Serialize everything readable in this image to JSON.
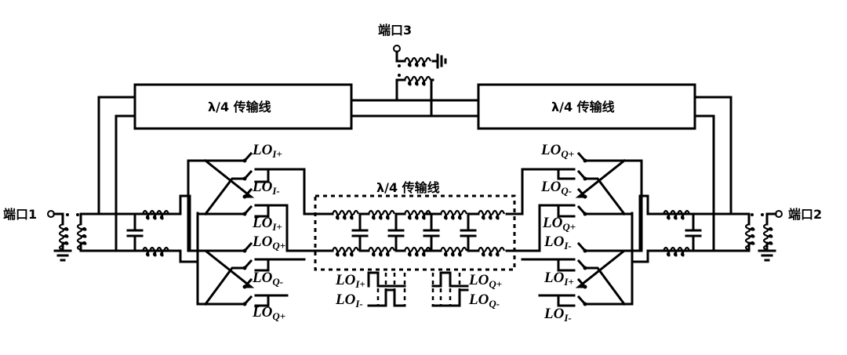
{
  "ports": {
    "port1": "端口1",
    "port2": "端口2",
    "port3": "端口3"
  },
  "transmission_lines": {
    "top_left": "λ/4 传输线",
    "top_right": "λ/4 传输线",
    "middle": "λ/4 传输线"
  },
  "left_switch_bank": {
    "upper": [
      "LO",
      "LO",
      "LO"
    ],
    "upper_subs": [
      "I+",
      "I-",
      "I+"
    ],
    "lower_subs": [
      "Q+",
      "Q-",
      "Q+"
    ]
  },
  "right_switch_bank": {
    "upper_subs": [
      "Q+",
      "Q-",
      "Q+"
    ],
    "lower_subs": [
      "I-",
      "I+",
      "I-"
    ]
  },
  "lo_prefix": "LO",
  "waveforms": {
    "left_top": "I+",
    "left_bottom": "I-",
    "right_top": "Q+",
    "right_bottom": "Q-"
  }
}
